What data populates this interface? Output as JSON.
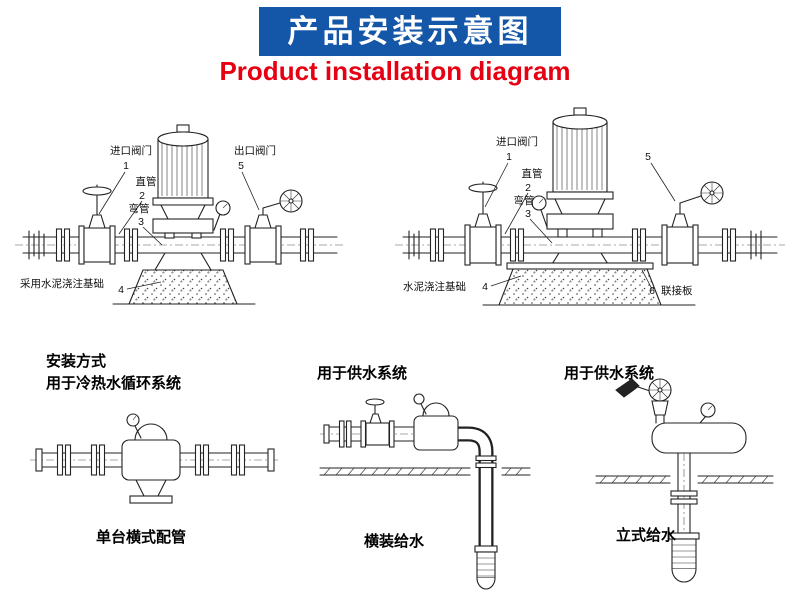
{
  "header": {
    "title_cn": "产品安装示意图",
    "title_en": "Product installation diagram",
    "banner_color": "#1457a8",
    "title_en_color": "#e60012"
  },
  "diagram_left": {
    "inlet_valve": "进口阀门",
    "n1": "1",
    "straight_pipe": "直管",
    "n2": "2",
    "elbow_pipe": "弯管",
    "n3": "3",
    "outlet_valve": "出口阀门",
    "n5": "5",
    "foundation": "采用水泥浇注基础",
    "n4": "4"
  },
  "diagram_right": {
    "inlet_valve": "进口阀门",
    "n1": "1",
    "straight_pipe": "直管",
    "n2": "2",
    "elbow_pipe": "弯管",
    "n3": "3",
    "n5": "5",
    "foundation": "水泥浇注基础",
    "n4": "4",
    "n6": "6",
    "connection_plate": "联接板"
  },
  "bottom": {
    "method_title": "安装方式",
    "method_subtitle": "用于冷热水循环系统",
    "supply_mid": "用于供水系统",
    "supply_right": "用于供水系统",
    "caption_left": "单台横式配管",
    "caption_mid": "横装给水",
    "caption_right": "立式给水"
  }
}
